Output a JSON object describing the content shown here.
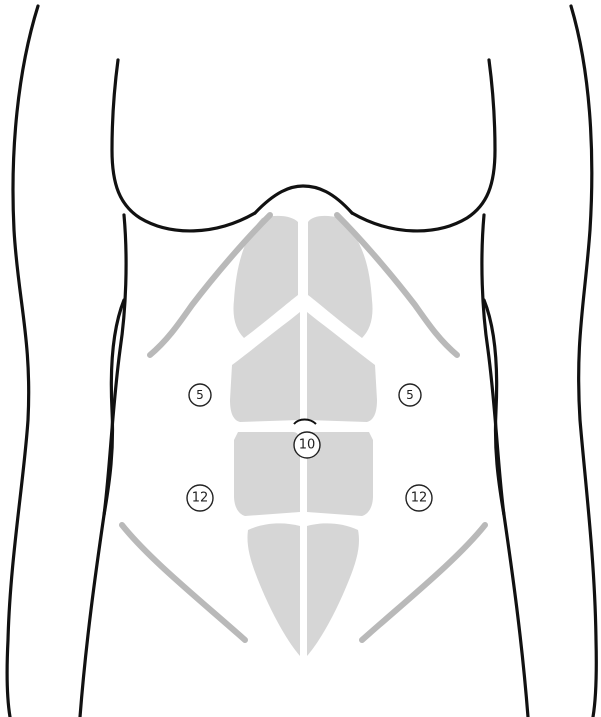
{
  "markers": {
    "upper_left": "5",
    "upper_right": "5",
    "umbilicus": "10",
    "lower_left": "12",
    "lower_right": "12"
  },
  "colors": {
    "outline": "#111111",
    "muscle": "#d6d6d6",
    "guide_lines": "#b9b9b9",
    "background": "#ffffff"
  }
}
